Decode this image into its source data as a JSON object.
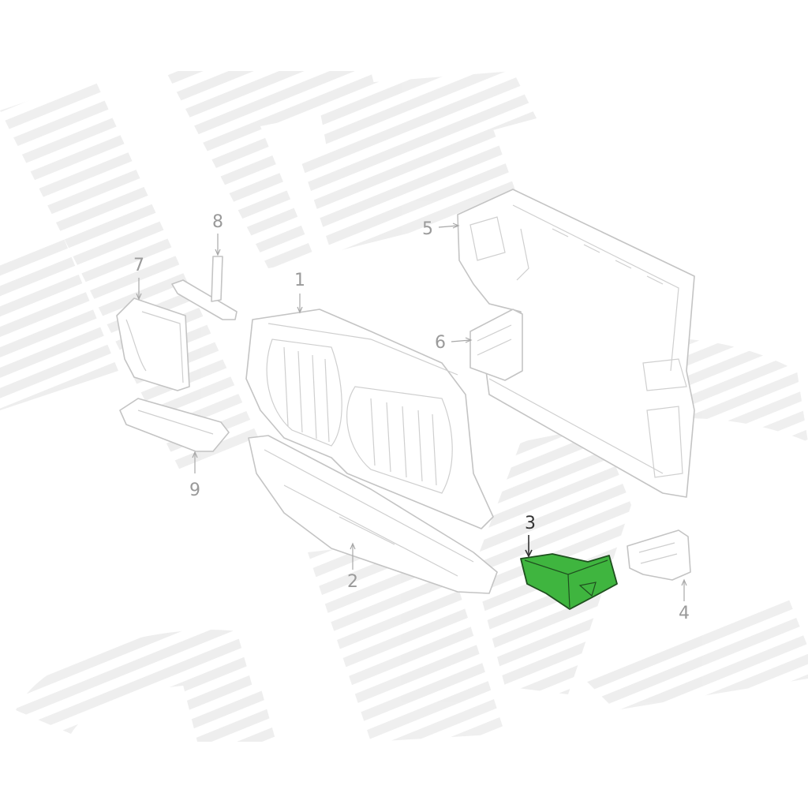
{
  "colors": {
    "highlight": "#3fb53f",
    "part_outline": "#c4c4c4",
    "watermark": "#ececec"
  },
  "callouts": [
    {
      "id": "1",
      "label": "1"
    },
    {
      "id": "2",
      "label": "2"
    },
    {
      "id": "3",
      "label": "3",
      "highlighted": true
    },
    {
      "id": "4",
      "label": "4"
    },
    {
      "id": "5",
      "label": "5"
    },
    {
      "id": "6",
      "label": "6"
    },
    {
      "id": "7",
      "label": "7"
    },
    {
      "id": "8",
      "label": "8"
    },
    {
      "id": "9",
      "label": "9"
    }
  ]
}
